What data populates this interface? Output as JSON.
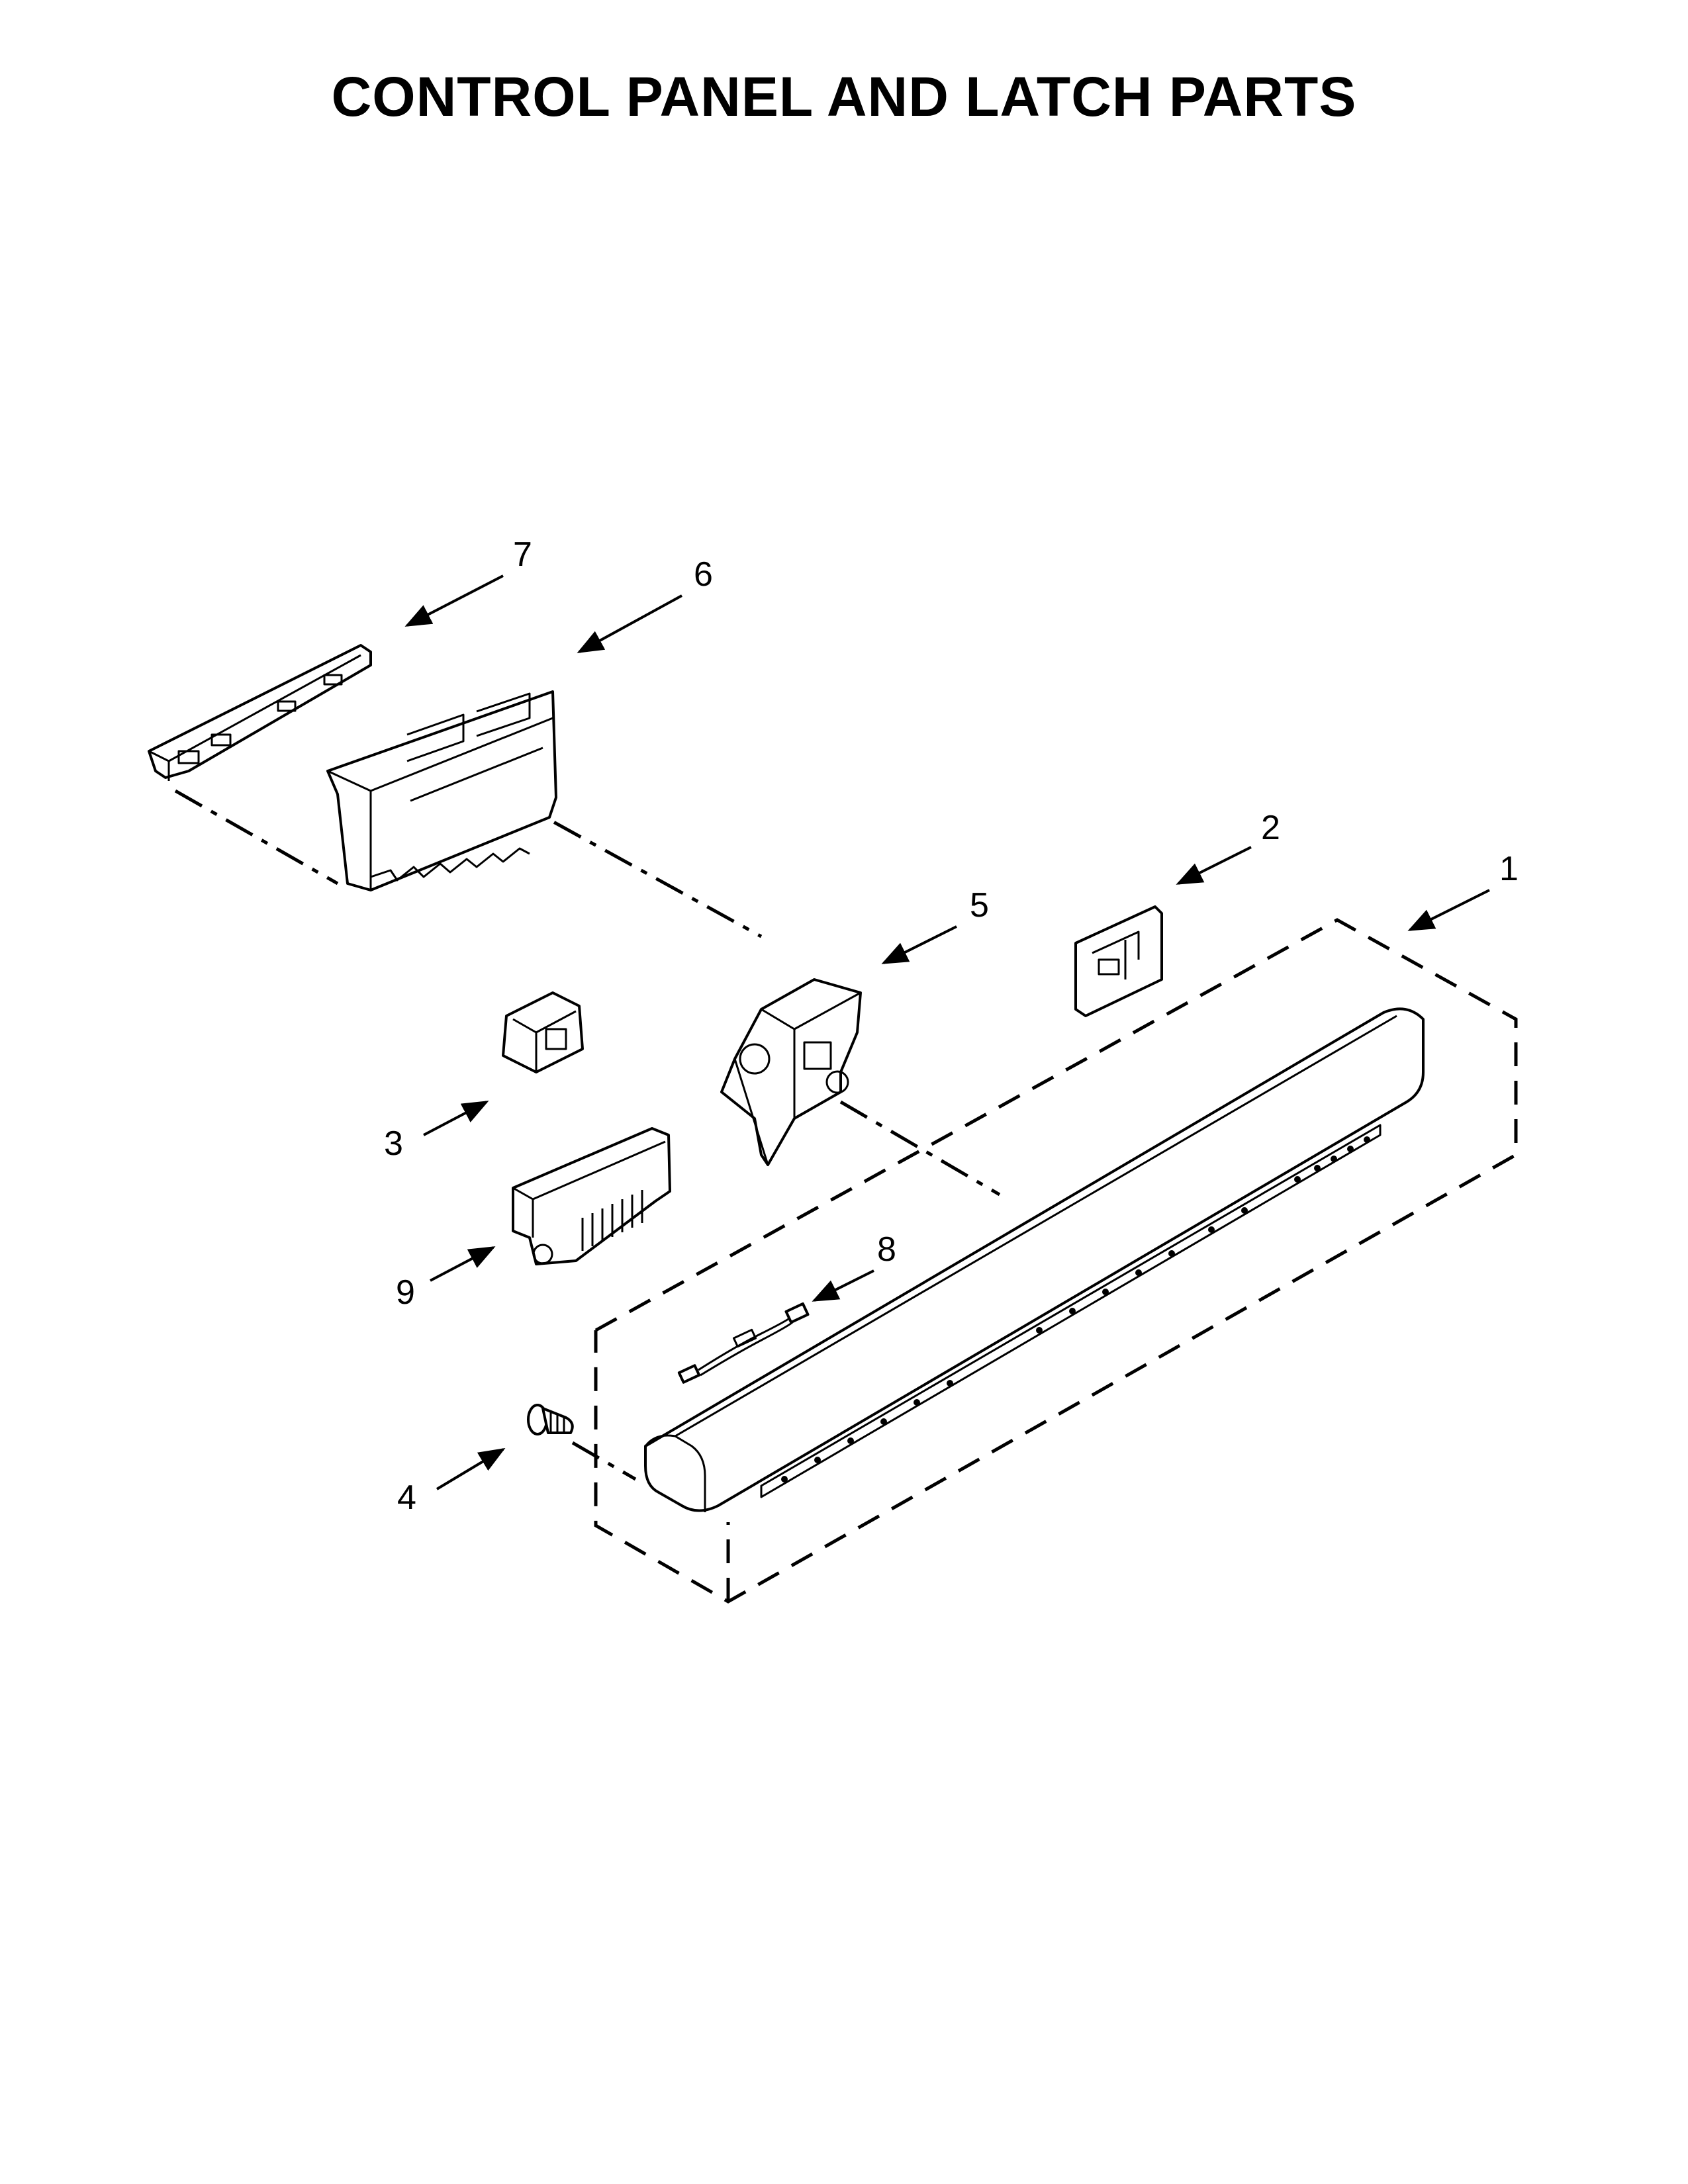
{
  "title": "CONTROL PANEL AND LATCH PARTS",
  "callouts": [
    {
      "id": "1",
      "label": "1"
    },
    {
      "id": "2",
      "label": "2"
    },
    {
      "id": "3",
      "label": "3"
    },
    {
      "id": "4",
      "label": "4"
    },
    {
      "id": "5",
      "label": "5"
    },
    {
      "id": "6",
      "label": "6"
    },
    {
      "id": "7",
      "label": "7"
    },
    {
      "id": "8",
      "label": "8"
    },
    {
      "id": "9",
      "label": "9"
    }
  ],
  "colors": {
    "ink": "#000000",
    "paper": "#ffffff"
  }
}
